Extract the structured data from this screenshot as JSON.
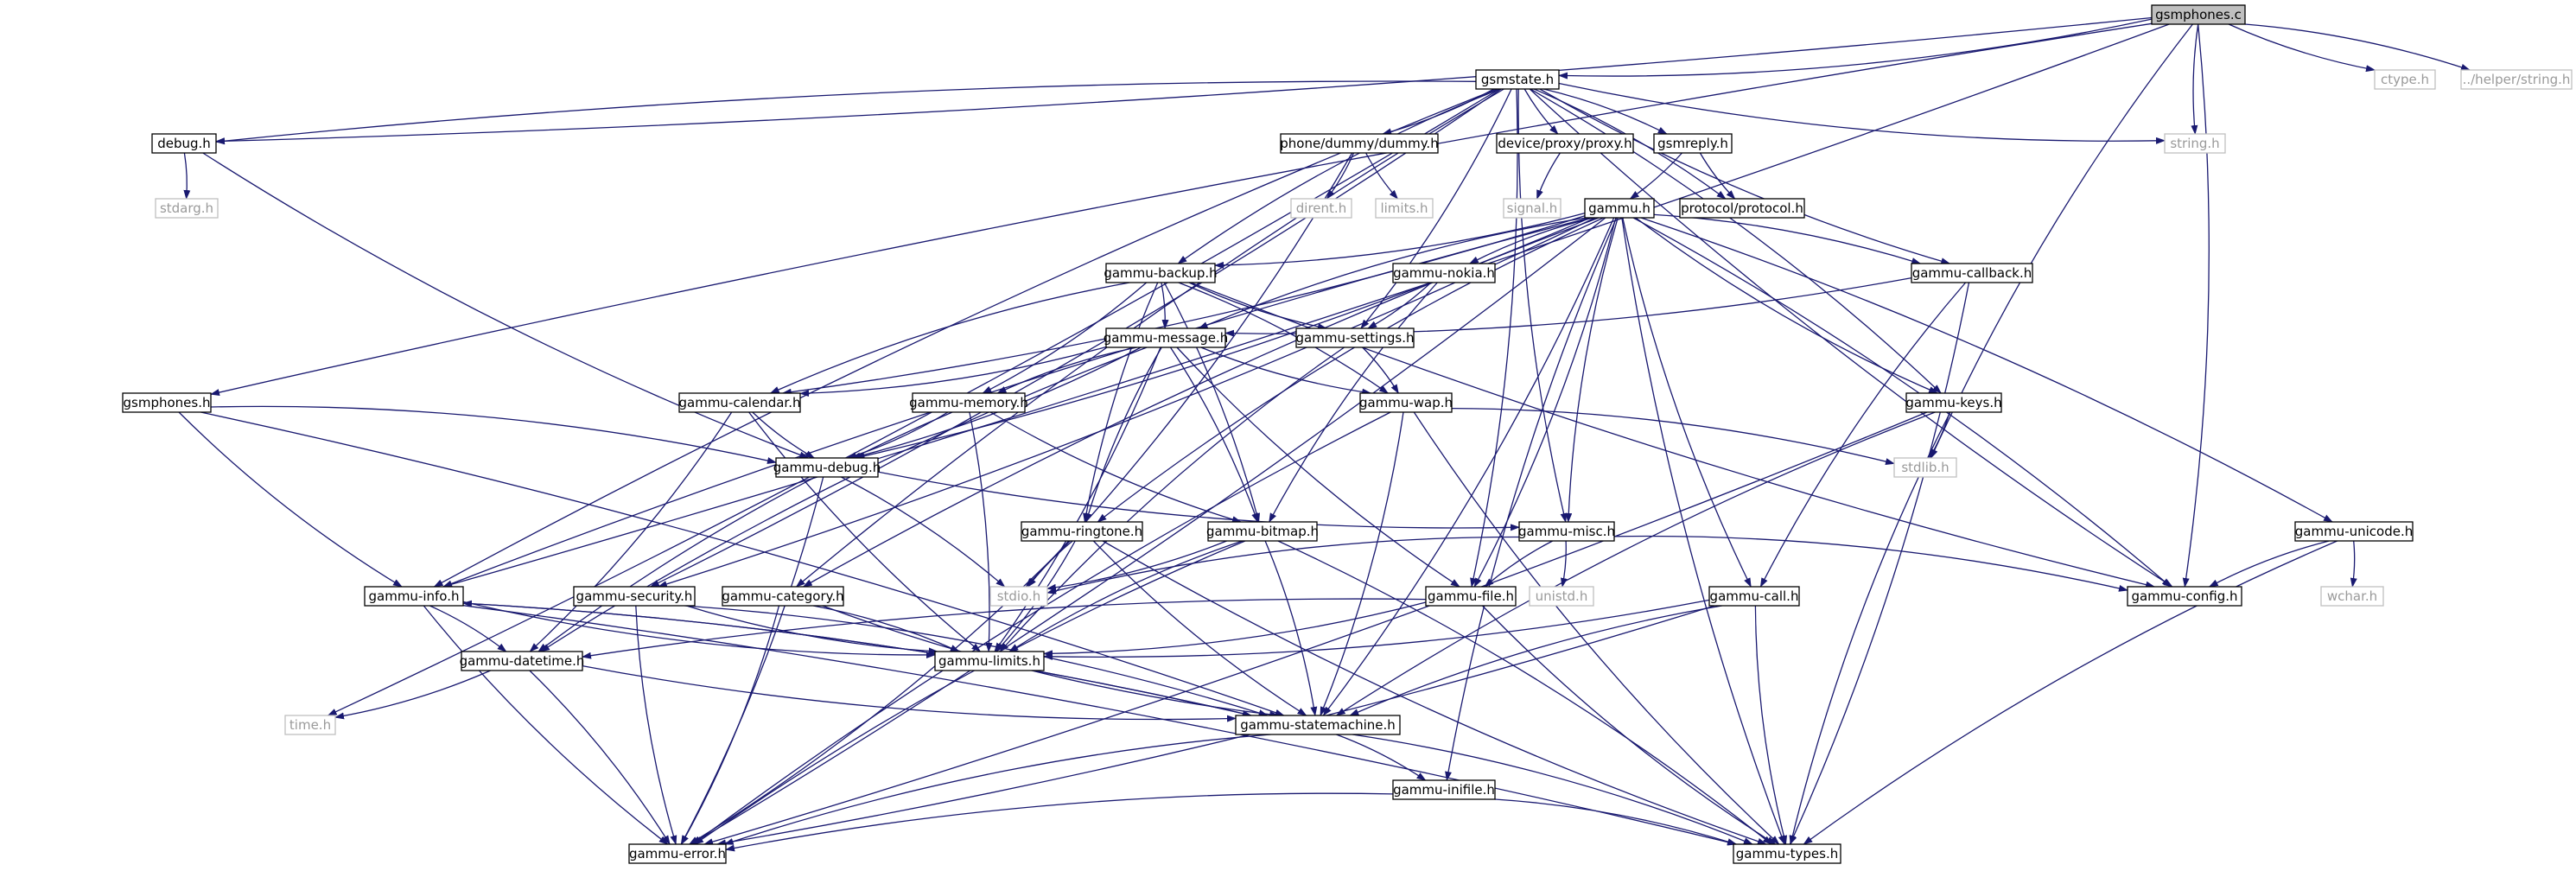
{
  "diagram": {
    "type": "include-dependency-graph",
    "root": "gsmphones.c",
    "colors": {
      "edge": "#191970",
      "root_fill": "#bfbfbf",
      "node_border": "#000000",
      "external_border": "#bfbfbf",
      "external_text": "#9a9a9a"
    },
    "nodes": [
      {
        "id": "gsmphones_c",
        "label": "gsmphones.c",
        "kind": "root"
      },
      {
        "id": "gsmstate_h",
        "label": "gsmstate.h",
        "kind": "file"
      },
      {
        "id": "ctype_h",
        "label": "ctype.h",
        "kind": "external"
      },
      {
        "id": "helper_string_h",
        "label": "../helper/string.h",
        "kind": "external"
      },
      {
        "id": "debug_h",
        "label": "debug.h",
        "kind": "file"
      },
      {
        "id": "phone_dummy_h",
        "label": "phone/dummy/dummy.h",
        "kind": "file"
      },
      {
        "id": "device_proxy_h",
        "label": "device/proxy/proxy.h",
        "kind": "file"
      },
      {
        "id": "gsmreply_h",
        "label": "gsmreply.h",
        "kind": "file"
      },
      {
        "id": "string_h",
        "label": "string.h",
        "kind": "external"
      },
      {
        "id": "stdarg_h",
        "label": "stdarg.h",
        "kind": "external"
      },
      {
        "id": "dirent_h",
        "label": "dirent.h",
        "kind": "external"
      },
      {
        "id": "limits_h",
        "label": "limits.h",
        "kind": "external"
      },
      {
        "id": "signal_h",
        "label": "signal.h",
        "kind": "external"
      },
      {
        "id": "gammu_h",
        "label": "gammu.h",
        "kind": "file"
      },
      {
        "id": "protocol_h",
        "label": "protocol/protocol.h",
        "kind": "file"
      },
      {
        "id": "gammu_backup_h",
        "label": "gammu-backup.h",
        "kind": "file"
      },
      {
        "id": "gammu_nokia_h",
        "label": "gammu-nokia.h",
        "kind": "file"
      },
      {
        "id": "gammu_callback_h",
        "label": "gammu-callback.h",
        "kind": "file"
      },
      {
        "id": "gammu_message_h",
        "label": "gammu-message.h",
        "kind": "file"
      },
      {
        "id": "gammu_settings_h",
        "label": "gammu-settings.h",
        "kind": "file"
      },
      {
        "id": "gsmphones_h",
        "label": "gsmphones.h",
        "kind": "file"
      },
      {
        "id": "gammu_calendar_h",
        "label": "gammu-calendar.h",
        "kind": "file"
      },
      {
        "id": "gammu_memory_h",
        "label": "gammu-memory.h",
        "kind": "file"
      },
      {
        "id": "gammu_wap_h",
        "label": "gammu-wap.h",
        "kind": "file"
      },
      {
        "id": "gammu_keys_h",
        "label": "gammu-keys.h",
        "kind": "file"
      },
      {
        "id": "gammu_debug_h",
        "label": "gammu-debug.h",
        "kind": "file"
      },
      {
        "id": "stdlib_h",
        "label": "stdlib.h",
        "kind": "external"
      },
      {
        "id": "gammu_ringtone_h",
        "label": "gammu-ringtone.h",
        "kind": "file"
      },
      {
        "id": "gammu_bitmap_h",
        "label": "gammu-bitmap.h",
        "kind": "file"
      },
      {
        "id": "gammu_misc_h",
        "label": "gammu-misc.h",
        "kind": "file"
      },
      {
        "id": "gammu_unicode_h",
        "label": "gammu-unicode.h",
        "kind": "file"
      },
      {
        "id": "stdio_h",
        "label": "stdio.h",
        "kind": "external"
      },
      {
        "id": "unistd_h",
        "label": "unistd.h",
        "kind": "external"
      },
      {
        "id": "gammu_config_h",
        "label": "gammu-config.h",
        "kind": "file"
      },
      {
        "id": "wchar_h",
        "label": "wchar.h",
        "kind": "external"
      },
      {
        "id": "gammu_info_h",
        "label": "gammu-info.h",
        "kind": "file"
      },
      {
        "id": "gammu_security_h",
        "label": "gammu-security.h",
        "kind": "file"
      },
      {
        "id": "gammu_category_h",
        "label": "gammu-category.h",
        "kind": "file"
      },
      {
        "id": "gammu_file_h",
        "label": "gammu-file.h",
        "kind": "file"
      },
      {
        "id": "gammu_call_h",
        "label": "gammu-call.h",
        "kind": "file"
      },
      {
        "id": "gammu_limits_h",
        "label": "gammu-limits.h",
        "kind": "file"
      },
      {
        "id": "gammu_datetime_h",
        "label": "gammu-datetime.h",
        "kind": "file"
      },
      {
        "id": "time_h",
        "label": "time.h",
        "kind": "external"
      },
      {
        "id": "gammu_statemachine_h",
        "label": "gammu-statemachine.h",
        "kind": "file"
      },
      {
        "id": "gammu_inifile_h",
        "label": "gammu-inifile.h",
        "kind": "file"
      },
      {
        "id": "gammu_error_h",
        "label": "gammu-error.h",
        "kind": "file"
      },
      {
        "id": "gammu_types_h",
        "label": "gammu-types.h",
        "kind": "file"
      }
    ],
    "edges": [
      [
        "gsmphones_c",
        "gsmstate_h"
      ],
      [
        "gsmphones_c",
        "ctype_h"
      ],
      [
        "gsmphones_c",
        "helper_string_h"
      ],
      [
        "gsmphones_c",
        "string_h"
      ],
      [
        "gsmphones_c",
        "debug_h"
      ],
      [
        "gsmphones_c",
        "gsmphones_h"
      ],
      [
        "gsmphones_c",
        "gammu_info_h"
      ],
      [
        "gsmphones_c",
        "stdlib_h"
      ],
      [
        "gsmphones_c",
        "gammu_config_h"
      ],
      [
        "gsmstate_h",
        "debug_h"
      ],
      [
        "gsmstate_h",
        "phone_dummy_h"
      ],
      [
        "gsmstate_h",
        "device_proxy_h"
      ],
      [
        "gsmstate_h",
        "gsmreply_h"
      ],
      [
        "gsmstate_h",
        "string_h"
      ],
      [
        "gsmstate_h",
        "protocol_h"
      ],
      [
        "gsmstate_h",
        "gammu_backup_h"
      ],
      [
        "gsmstate_h",
        "gammu_settings_h"
      ],
      [
        "gsmstate_h",
        "gammu_callback_h"
      ],
      [
        "gsmstate_h",
        "gammu_keys_h"
      ],
      [
        "gsmstate_h",
        "gammu_misc_h"
      ],
      [
        "gsmstate_h",
        "gammu_file_h"
      ],
      [
        "gsmstate_h",
        "gammu_config_h"
      ],
      [
        "gsmstate_h",
        "time_h"
      ],
      [
        "gsmstate_h",
        "gammu_info_h"
      ],
      [
        "gsmstate_h",
        "gammu_security_h"
      ],
      [
        "gsmstate_h",
        "gammu_category_h"
      ],
      [
        "debug_h",
        "stdarg_h"
      ],
      [
        "debug_h",
        "gammu_debug_h"
      ],
      [
        "phone_dummy_h",
        "dirent_h"
      ],
      [
        "phone_dummy_h",
        "limits_h"
      ],
      [
        "phone_dummy_h",
        "stdio_h"
      ],
      [
        "device_proxy_h",
        "signal_h"
      ],
      [
        "gsmreply_h",
        "gammu_h"
      ],
      [
        "gsmreply_h",
        "protocol_h"
      ],
      [
        "gammu_h",
        "gammu_backup_h"
      ],
      [
        "gammu_h",
        "gammu_nokia_h"
      ],
      [
        "gammu_h",
        "gammu_callback_h"
      ],
      [
        "gammu_h",
        "gammu_message_h"
      ],
      [
        "gammu_h",
        "gammu_calendar_h"
      ],
      [
        "gammu_h",
        "gammu_keys_h"
      ],
      [
        "gammu_h",
        "gammu_debug_h"
      ],
      [
        "gammu_h",
        "gammu_misc_h"
      ],
      [
        "gammu_h",
        "gammu_unicode_h"
      ],
      [
        "gammu_h",
        "gammu_info_h"
      ],
      [
        "gammu_h",
        "gammu_security_h"
      ],
      [
        "gammu_h",
        "gammu_category_h"
      ],
      [
        "gammu_h",
        "gammu_file_h"
      ],
      [
        "gammu_h",
        "gammu_call_h"
      ],
      [
        "gammu_h",
        "gammu_statemachine_h"
      ],
      [
        "gammu_h",
        "gammu_inifile_h"
      ],
      [
        "gammu_h",
        "gammu_error_h"
      ],
      [
        "gammu_h",
        "gammu_types_h"
      ],
      [
        "gammu_h",
        "gammu_config_h"
      ],
      [
        "gammu_h",
        "gammu_ringtone_h"
      ],
      [
        "gammu_backup_h",
        "gammu_message_h"
      ],
      [
        "gammu_backup_h",
        "gammu_settings_h"
      ],
      [
        "gammu_backup_h",
        "gammu_memory_h"
      ],
      [
        "gammu_backup_h",
        "gammu_calendar_h"
      ],
      [
        "gammu_backup_h",
        "gammu_wap_h"
      ],
      [
        "gammu_backup_h",
        "gammu_ringtone_h"
      ],
      [
        "gammu_backup_h",
        "gammu_bitmap_h"
      ],
      [
        "gammu_backup_h",
        "gammu_config_h"
      ],
      [
        "gammu_nokia_h",
        "gammu_settings_h"
      ],
      [
        "gammu_nokia_h",
        "gammu_bitmap_h"
      ],
      [
        "gammu_callback_h",
        "gammu_message_h"
      ],
      [
        "gammu_callback_h",
        "gammu_call_h"
      ],
      [
        "gammu_callback_h",
        "gammu_types_h"
      ],
      [
        "gammu_message_h",
        "gammu_memory_h"
      ],
      [
        "gammu_message_h",
        "gammu_calendar_h"
      ],
      [
        "gammu_message_h",
        "gammu_wap_h"
      ],
      [
        "gammu_message_h",
        "gammu_debug_h"
      ],
      [
        "gammu_message_h",
        "gammu_ringtone_h"
      ],
      [
        "gammu_message_h",
        "gammu_bitmap_h"
      ],
      [
        "gammu_message_h",
        "gammu_file_h"
      ],
      [
        "gammu_message_h",
        "gammu_limits_h"
      ],
      [
        "gammu_message_h",
        "gammu_datetime_h"
      ],
      [
        "gammu_settings_h",
        "gammu_wap_h"
      ],
      [
        "gammu_settings_h",
        "gammu_limits_h"
      ],
      [
        "gsmphones_h",
        "gammu_debug_h"
      ],
      [
        "gsmphones_h",
        "gammu_info_h"
      ],
      [
        "gsmphones_h",
        "gammu_statemachine_h"
      ],
      [
        "gammu_calendar_h",
        "gammu_debug_h"
      ],
      [
        "gammu_calendar_h",
        "gammu_datetime_h"
      ],
      [
        "gammu_calendar_h",
        "gammu_limits_h"
      ],
      [
        "gammu_memory_h",
        "gammu_debug_h"
      ],
      [
        "gammu_memory_h",
        "gammu_bitmap_h"
      ],
      [
        "gammu_memory_h",
        "gammu_limits_h"
      ],
      [
        "gammu_memory_h",
        "gammu_datetime_h"
      ],
      [
        "gammu_wap_h",
        "stdlib_h"
      ],
      [
        "gammu_wap_h",
        "gammu_error_h"
      ],
      [
        "gammu_wap_h",
        "gammu_statemachine_h"
      ],
      [
        "gammu_wap_h",
        "gammu_types_h"
      ],
      [
        "gammu_keys_h",
        "stdlib_h"
      ],
      [
        "gammu_keys_h",
        "gammu_statemachine_h"
      ],
      [
        "gammu_keys_h",
        "gammu_error_h"
      ],
      [
        "gammu_keys_h",
        "gammu_types_h"
      ],
      [
        "gammu_debug_h",
        "stdio_h"
      ],
      [
        "gammu_debug_h",
        "gammu_misc_h"
      ],
      [
        "gammu_debug_h",
        "gammu_error_h"
      ],
      [
        "gammu_ringtone_h",
        "stdio_h"
      ],
      [
        "gammu_ringtone_h",
        "gammu_limits_h"
      ],
      [
        "gammu_ringtone_h",
        "gammu_statemachine_h"
      ],
      [
        "gammu_ringtone_h",
        "gammu_error_h"
      ],
      [
        "gammu_ringtone_h",
        "gammu_types_h"
      ],
      [
        "gammu_bitmap_h",
        "stdio_h"
      ],
      [
        "gammu_bitmap_h",
        "gammu_limits_h"
      ],
      [
        "gammu_bitmap_h",
        "gammu_statemachine_h"
      ],
      [
        "gammu_bitmap_h",
        "gammu_error_h"
      ],
      [
        "gammu_bitmap_h",
        "gammu_types_h"
      ],
      [
        "gammu_misc_h",
        "stdio_h"
      ],
      [
        "gammu_misc_h",
        "unistd_h"
      ],
      [
        "gammu_misc_h",
        "gammu_file_h"
      ],
      [
        "gammu_misc_h",
        "gammu_config_h"
      ],
      [
        "gammu_unicode_h",
        "gammu_config_h"
      ],
      [
        "gammu_unicode_h",
        "wchar_h"
      ],
      [
        "gammu_unicode_h",
        "gammu_types_h"
      ],
      [
        "gammu_info_h",
        "gammu_datetime_h"
      ],
      [
        "gammu_info_h",
        "gammu_limits_h"
      ],
      [
        "gammu_info_h",
        "gammu_statemachine_h"
      ],
      [
        "gammu_info_h",
        "gammu_error_h"
      ],
      [
        "gammu_info_h",
        "gammu_types_h"
      ],
      [
        "gammu_security_h",
        "gammu_limits_h"
      ],
      [
        "gammu_security_h",
        "gammu_statemachine_h"
      ],
      [
        "gammu_security_h",
        "gammu_error_h"
      ],
      [
        "gammu_category_h",
        "gammu_limits_h"
      ],
      [
        "gammu_category_h",
        "gammu_statemachine_h"
      ],
      [
        "gammu_category_h",
        "gammu_error_h"
      ],
      [
        "gammu_file_h",
        "gammu_datetime_h"
      ],
      [
        "gammu_file_h",
        "gammu_limits_h"
      ],
      [
        "gammu_file_h",
        "gammu_types_h"
      ],
      [
        "gammu_call_h",
        "gammu_limits_h"
      ],
      [
        "gammu_call_h",
        "gammu_statemachine_h"
      ],
      [
        "gammu_call_h",
        "gammu_error_h"
      ],
      [
        "gammu_call_h",
        "gammu_types_h"
      ],
      [
        "gammu_datetime_h",
        "time_h"
      ],
      [
        "gammu_datetime_h",
        "gammu_statemachine_h"
      ],
      [
        "gammu_datetime_h",
        "gammu_error_h"
      ],
      [
        "gammu_statemachine_h",
        "gammu_info_h"
      ],
      [
        "gammu_statemachine_h",
        "gammu_inifile_h"
      ],
      [
        "gammu_statemachine_h",
        "gammu_error_h"
      ],
      [
        "gammu_statemachine_h",
        "gammu_types_h"
      ],
      [
        "gammu_inifile_h",
        "gammu_error_h"
      ],
      [
        "gammu_inifile_h",
        "gammu_types_h"
      ]
    ]
  }
}
